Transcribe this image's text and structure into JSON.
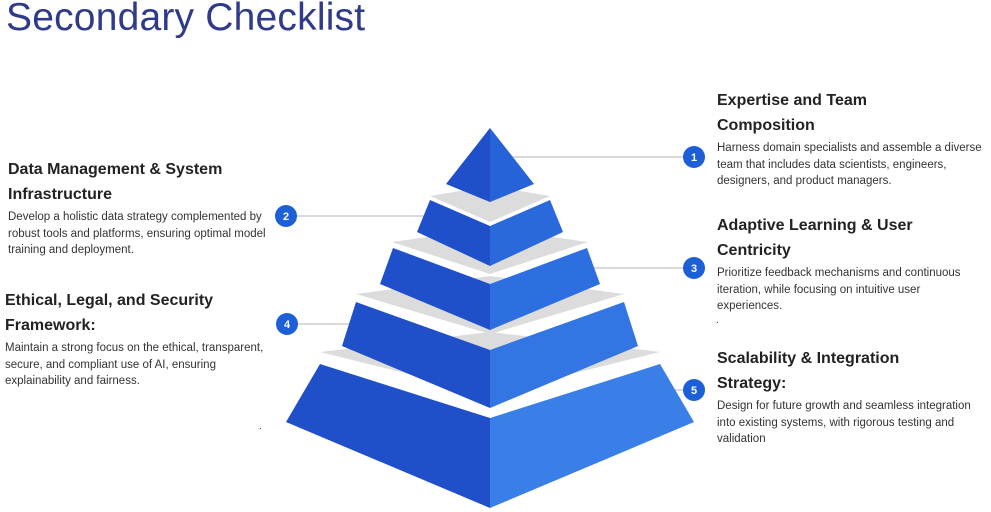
{
  "title": "Secondary Checklist",
  "items": [
    {
      "number": "1",
      "heading_line1": "Expertise and Team",
      "heading_line2": "Composition",
      "body": "Harness domain specialists and assemble a diverse team that includes data scientists, engineers, designers, and product managers."
    },
    {
      "number": "2",
      "heading_line1": "Data Management & System",
      "heading_line2": "Infrastructure",
      "body": "Develop a holistic data strategy complemented by robust tools and platforms, ensuring optimal model training and deployment."
    },
    {
      "number": "3",
      "heading_line1": "Adaptive Learning & User",
      "heading_line2": "Centricity",
      "body": "Prioritize feedback mechanisms and continuous iteration, while focusing on intuitive user experiences."
    },
    {
      "number": "4",
      "heading_line1": "Ethical, Legal, and Security",
      "heading_line2": "Framework:",
      "body": "Maintain a strong focus on the ethical, transparent, secure, and compliant use of AI, ensuring explainability and fairness."
    },
    {
      "number": "5",
      "heading_line1": "Scalability & Integration",
      "heading_line2": "Strategy:",
      "body": "Design for future growth and seamless integration into existing systems, with rigorous testing and validation"
    }
  ],
  "stray_marks": {
    "right_dot": ".",
    "left_dot": "."
  },
  "colors": {
    "title": "#2f3a8a",
    "pyramid_left": "#1f4fc9",
    "pyramid_right": "#3a7ee8",
    "separator": "#dcdcdc",
    "badge": "#1c5fd6",
    "connector": "#b5b5b5"
  }
}
